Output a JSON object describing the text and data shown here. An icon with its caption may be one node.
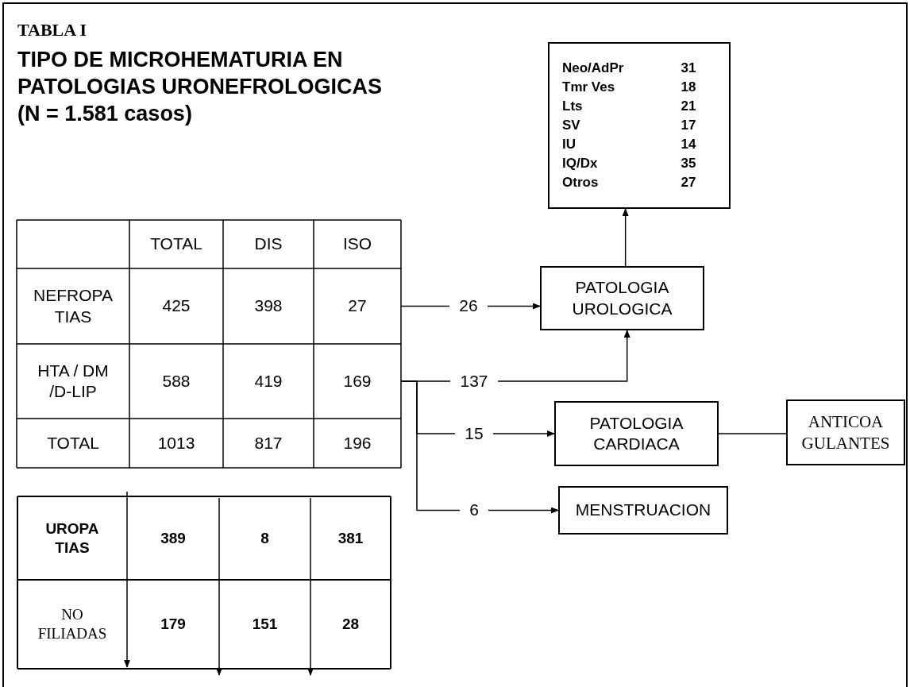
{
  "diagram": {
    "title": "TIPO DE MICROHEMATURIA EN PATOLOGIAS URONEFROLOGICAS (N = 1.581 casos)",
    "nodes": [
      {
        "text": [
          "Neo/AdPr",
          "31",
          "Tmr Ves",
          "18",
          "Lts",
          "21",
          "SV",
          "17",
          "IU",
          "14",
          "IQ/Dx",
          "35",
          "Otros",
          "27"
        ]
      },
      {
        "text": [
          "PATOLOGIA UROLOGICA"
        ]
      },
      {
        "text": [
          "PATOLOGIA CARDIACA"
        ]
      },
      {
        "text": [
          "ANTICOA GULANTES"
        ]
      },
      {
        "text": [
          "MENSTRUACION"
        ]
      },
      {
        "text": [
          "27"
        ]
      },
      {
        "text": [
          "169"
        ]
      }
    ],
    "edges": [
      {
        "from": 5,
        "to": 1,
        "arrow": "to",
        "label": "26"
      },
      {
        "from": 6,
        "to": 1,
        "arrow": "to",
        "label": "137"
      },
      {
        "from": 6,
        "to": 2,
        "arrow": "to",
        "label": "15"
      },
      {
        "from": 6,
        "to": 4,
        "arrow": "to",
        "label": "6"
      },
      {
        "from": 2,
        "to": 3,
        "arrow": "none"
      },
      {
        "from": 1,
        "to": 0,
        "arrow": "to"
      }
    ],
    "labels": [
      "TABLA I",
      "TOTAL",
      "DIS",
      "ISO",
      "NEFROPA TIAS",
      "425",
      "398",
      "HTA / DM /D-LIP",
      "588",
      "419",
      "TOTAL",
      "1013",
      "817",
      "196",
      "UROPA TIAS",
      "389",
      "8",
      "381",
      "NO FILIADAS",
      "179",
      "151",
      "28"
    ]
  }
}
